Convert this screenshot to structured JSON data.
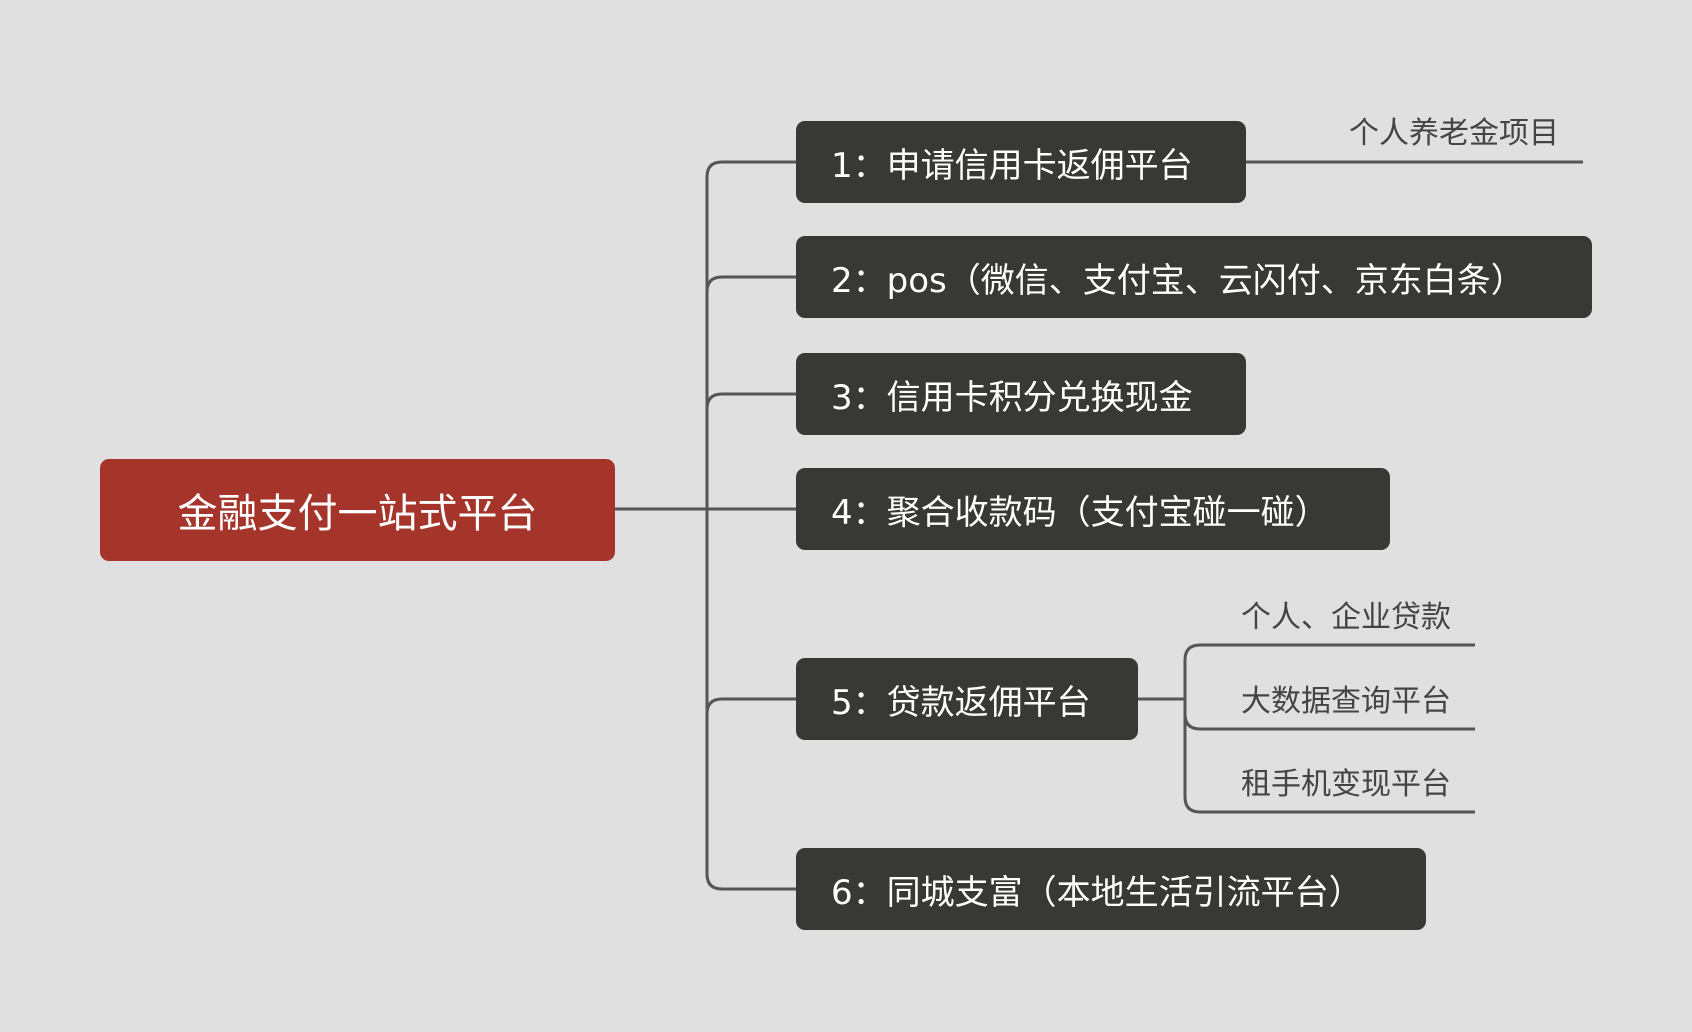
{
  "root": {
    "label": "金融支付一站式平台"
  },
  "branches": [
    {
      "label": "1：申请信用卡返佣平台",
      "children": [
        "个人养老金项目"
      ]
    },
    {
      "label": "2：pos（微信、支付宝、云闪付、京东白条）"
    },
    {
      "label": "3：信用卡积分兑换现金"
    },
    {
      "label": "4：聚合收款码（支付宝碰一碰）"
    },
    {
      "label": "5：贷款返佣平台",
      "children": [
        "个人、企业贷款",
        "大数据查询平台",
        "租手机变现平台"
      ]
    },
    {
      "label": "6：同城支富（本地生活引流平台）"
    }
  ],
  "colors": {
    "root": "#a5352a",
    "node": "#383835",
    "line": "#555555",
    "background": "#e0e0e0"
  }
}
